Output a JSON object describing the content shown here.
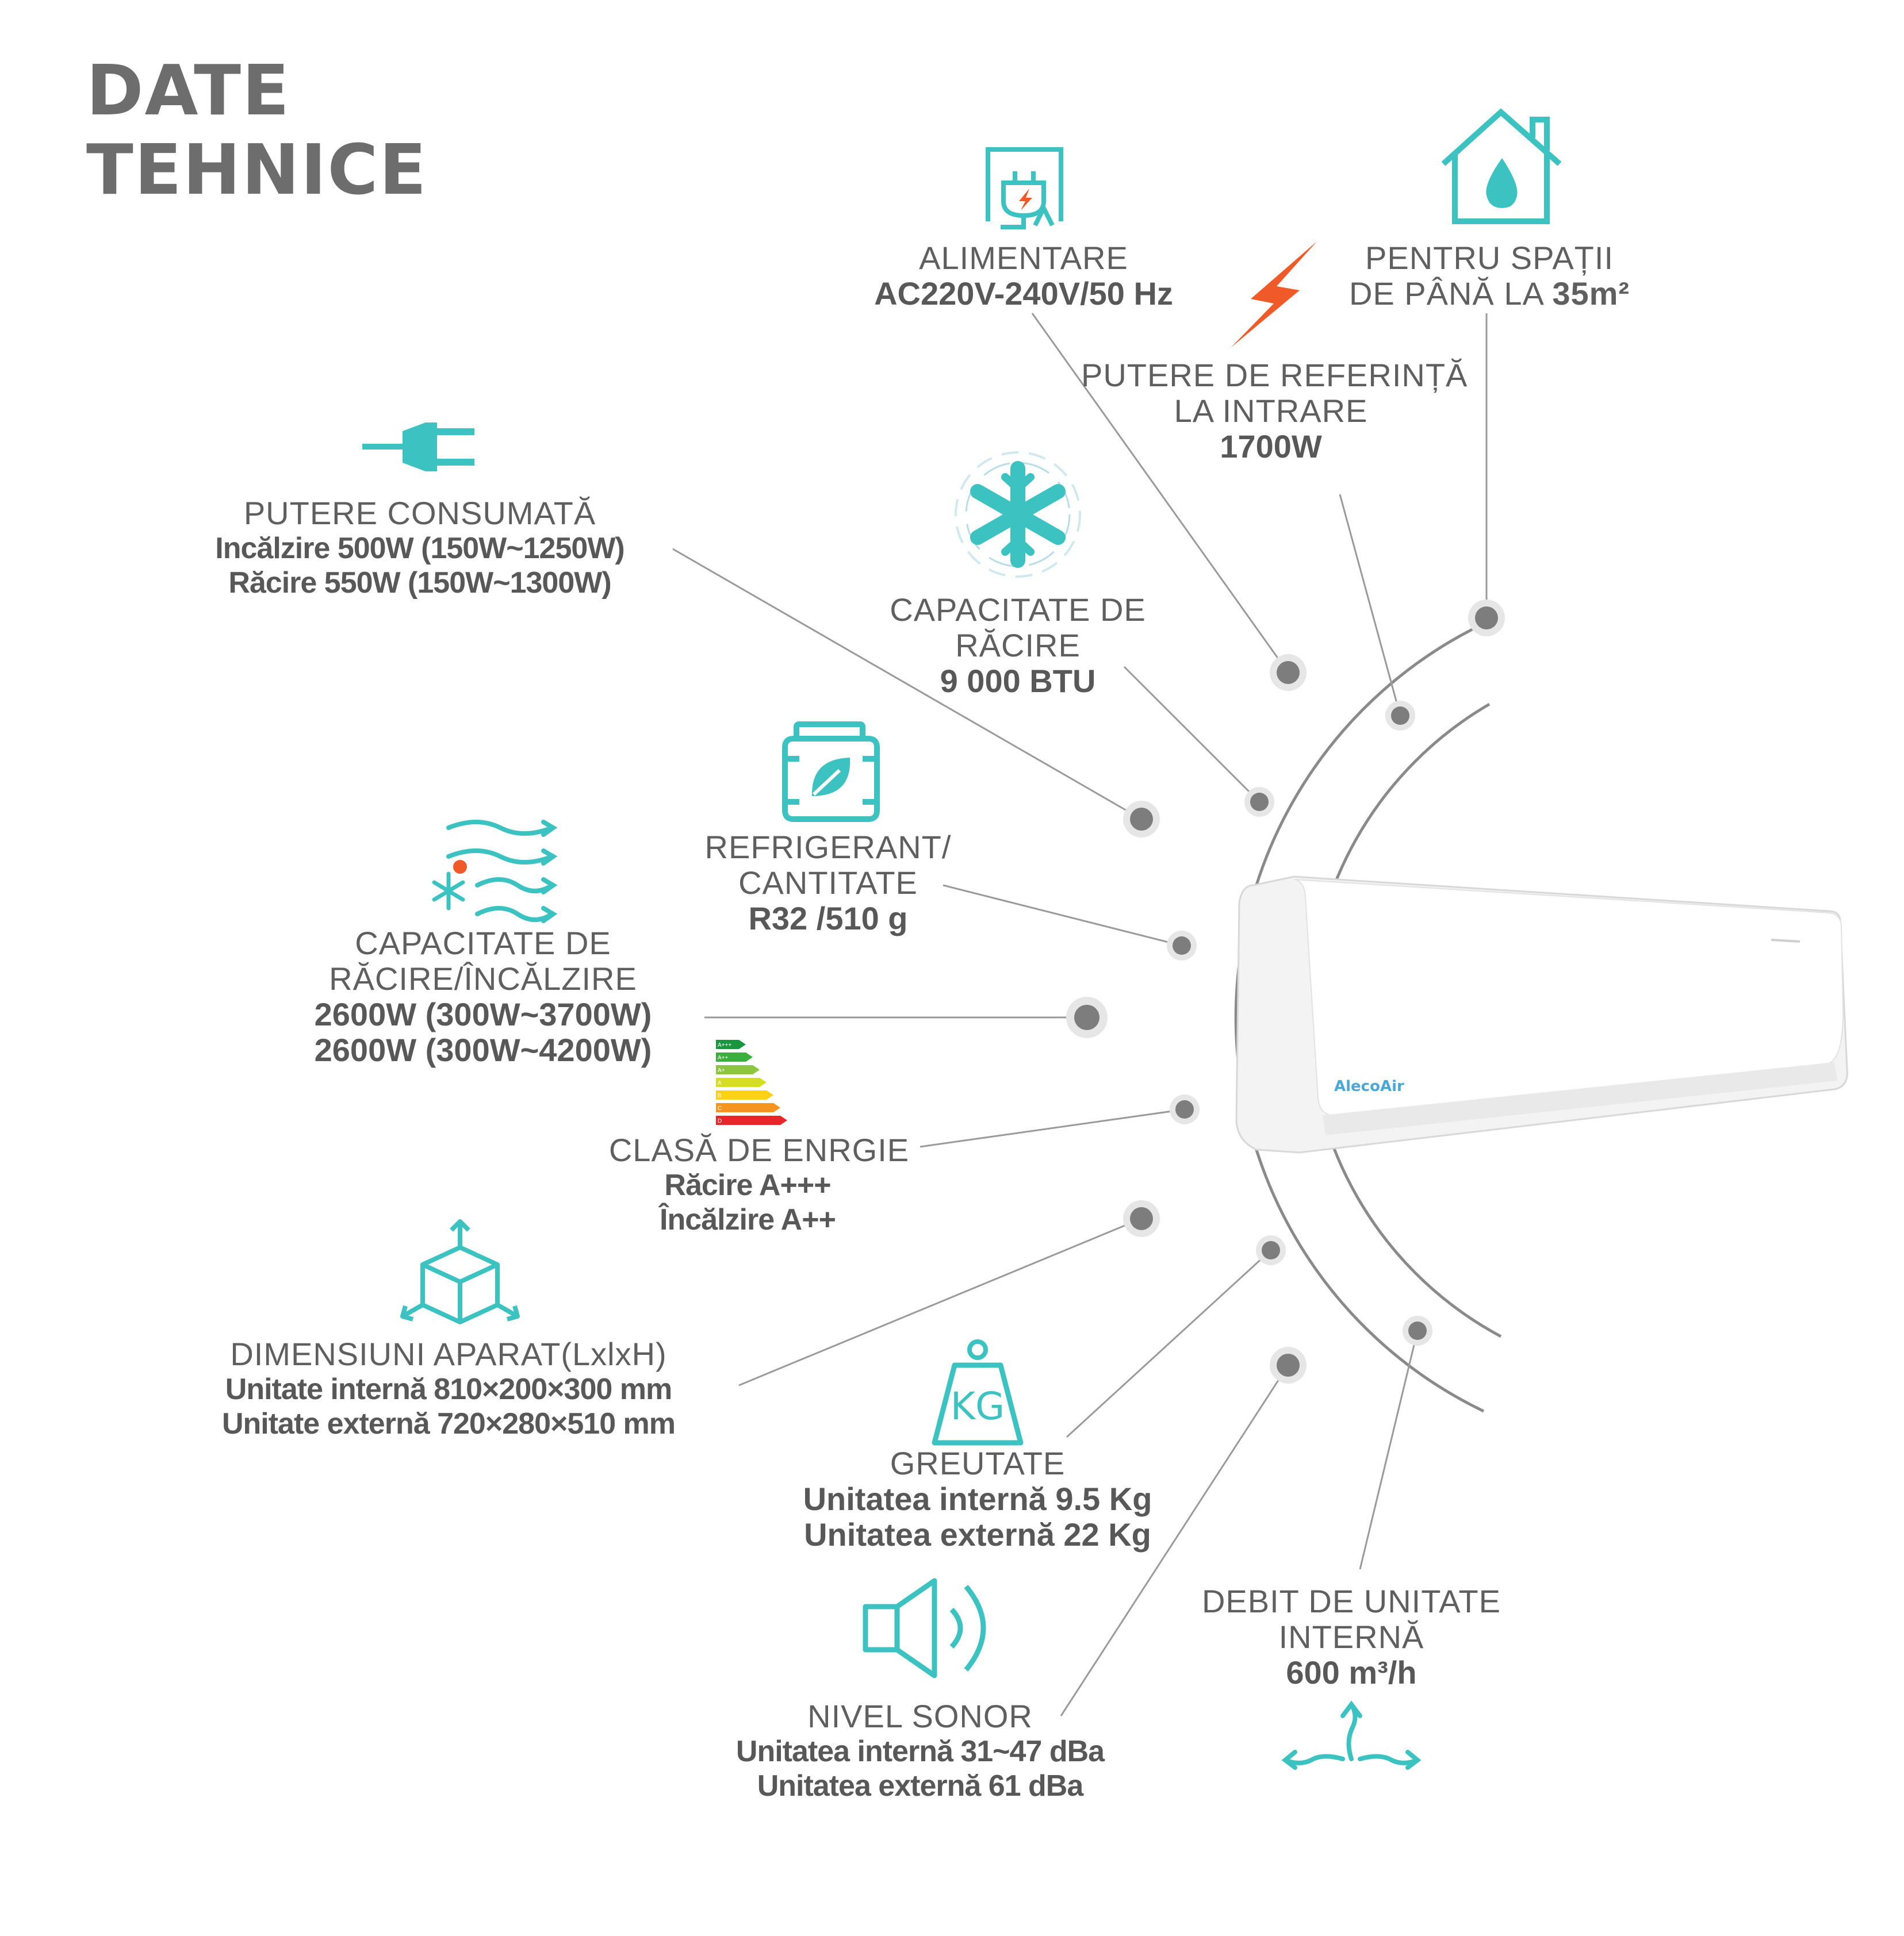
{
  "title": {
    "line1": "DATE",
    "line2": "TEHNICE"
  },
  "brand": "AlecoAir",
  "colors": {
    "accent": "#3cc3c1",
    "text": "#5e5e5e",
    "line": "#8a8a8a",
    "bolt": "#f05a28"
  },
  "specs": {
    "alimentare": {
      "label": "ALIMENTARE",
      "value": "AC220V-240V/50 Hz",
      "icon": "power-plug-socket-icon"
    },
    "spatii": {
      "label": "PENTRU SPAȚII",
      "value_prefix": "DE PÂNĂ LA ",
      "value_bold": "35m²",
      "icon": "house-water-drop-icon"
    },
    "putere_ref": {
      "label1": "PUTERE DE REFERINȚĂ",
      "label2": "LA INTRARE",
      "value": "1700W",
      "icon": "lightning-bolt-icon"
    },
    "putere_consumata": {
      "label": "PUTERE CONSUMATĂ",
      "line1": "Incălzire 500W (150W~1250W)",
      "line2": "Răcire 550W (150W~1300W)",
      "icon": "power-plug-icon"
    },
    "capacitate_racire": {
      "label1": "CAPACITATE DE",
      "label2": "RĂCIRE",
      "value": "9 000 BTU",
      "icon": "snowflake-icon"
    },
    "refrigerant": {
      "label1": "REFRIGERANT/",
      "label2": "CANTITATE",
      "value": "R32 /510 g",
      "icon": "refrigerant-tank-leaf-icon"
    },
    "capacitate_racire_incalzire": {
      "label1": "CAPACITATE DE",
      "label2": "RĂCIRE/ÎNCĂLZIRE",
      "line1": "2600W (300W~3700W)",
      "line2": "2600W (300W~4200W)",
      "icon": "airflow-snowflake-icon"
    },
    "clasa_energie": {
      "label": "CLASĂ DE ENRGIE",
      "line1": "Răcire A+++",
      "line2": "Încălzire A++",
      "icon": "energy-label-icon",
      "bars": [
        "A+++",
        "A++",
        "A+",
        "A",
        "B",
        "C",
        "D"
      ]
    },
    "dimensiuni": {
      "label": "DIMENSIUNI APARAT(LxlxH)",
      "line1": "Unitate internă 810×200×300 mm",
      "line2": "Unitate externă 720×280×510 mm",
      "icon": "box-dimensions-icon"
    },
    "greutate": {
      "label": "GREUTATE",
      "line1": "Unitatea internă 9.5 Kg",
      "line2": "Unitatea externă 22 Kg",
      "icon": "weight-kg-icon",
      "icon_text": "KG"
    },
    "debit": {
      "label1": "DEBIT DE UNITATE",
      "label2": "INTERNĂ",
      "value": "600 m³/h",
      "icon": "airflow-directions-icon"
    },
    "nivel_sonor": {
      "label": "NIVEL SONOR",
      "line1": "Unitatea internă 31~47 dBa",
      "line2": "Unitatea externă 61 dBa",
      "icon": "speaker-icon"
    }
  }
}
